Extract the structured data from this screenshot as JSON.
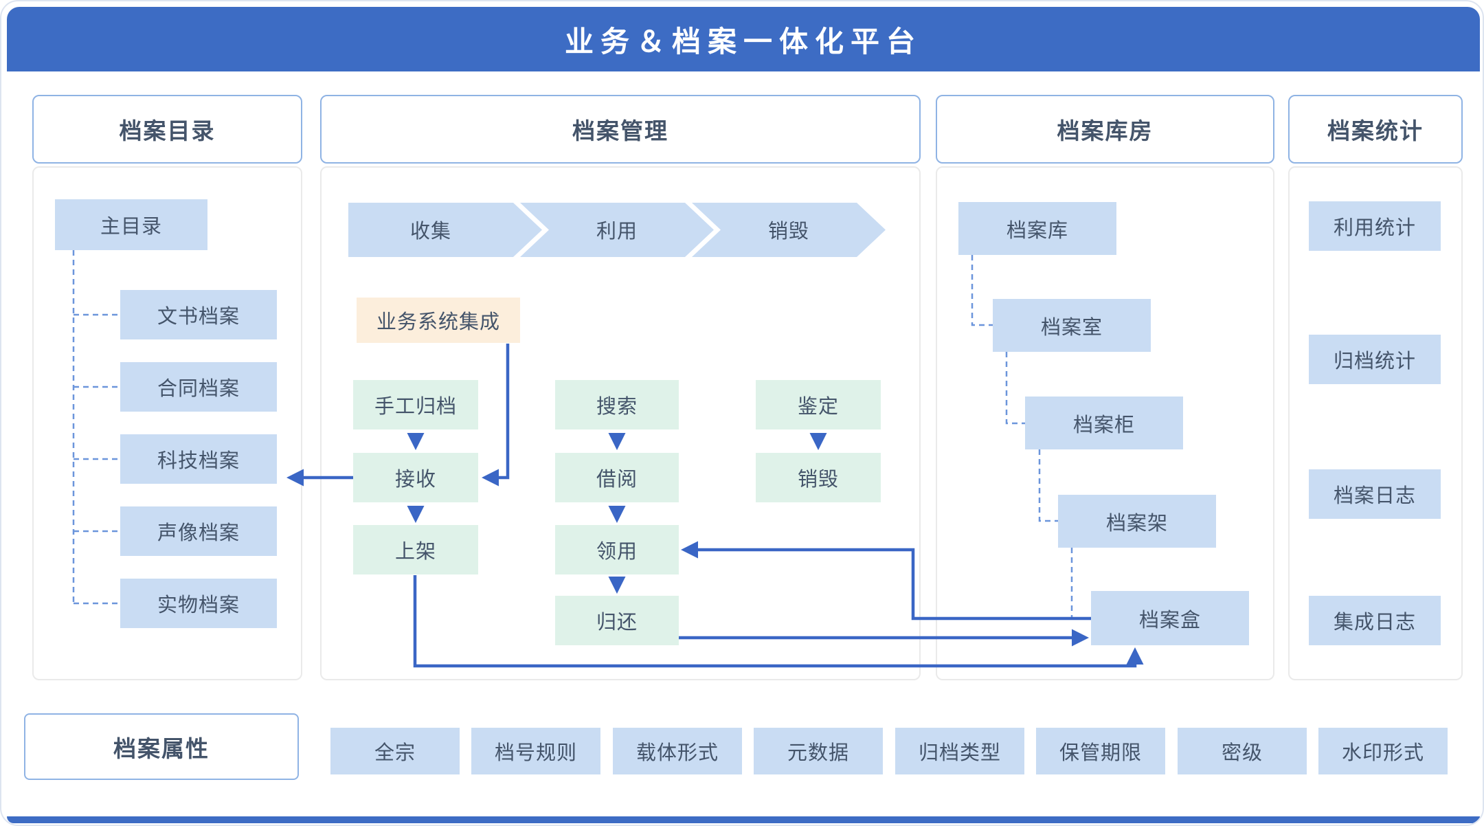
{
  "banner": {
    "title": "业务＆档案一体化平台"
  },
  "colors": {
    "banner_blue": "#3d6cc4",
    "node_blue": "#c9dcf3",
    "node_green": "#dff2e9",
    "node_orange": "#fceedc",
    "connector_solid": "#3a66c5",
    "connector_dashed": "#6b95db",
    "text": "#44546a",
    "header_border": "#8fb3e4",
    "panel_border": "#eaeaea"
  },
  "panels": {
    "catalog": {
      "title": "档案目录",
      "root": "主目录",
      "children": [
        "文书档案",
        "合同档案",
        "科技档案",
        "声像档案",
        "实物档案"
      ]
    },
    "management": {
      "title": "档案管理",
      "chevrons": [
        "收集",
        "利用",
        "销毁"
      ],
      "integration": "业务系统集成",
      "col1": [
        "手工归档",
        "接收",
        "上架"
      ],
      "col2": [
        "搜索",
        "借阅",
        "领用",
        "归还"
      ],
      "col3": [
        "鉴定",
        "销毁"
      ]
    },
    "warehouse": {
      "title": "档案库房",
      "levels": [
        "档案库",
        "档案室",
        "档案柜",
        "档案架",
        "档案盒"
      ]
    },
    "statistics": {
      "title": "档案统计",
      "items": [
        "利用统计",
        "归档统计",
        "档案日志",
        "集成日志"
      ]
    }
  },
  "attributes": {
    "title": "档案属性",
    "items": [
      "全宗",
      "档号规则",
      "载体形式",
      "元数据",
      "归档类型",
      "保管期限",
      "密级",
      "水印形式"
    ]
  }
}
